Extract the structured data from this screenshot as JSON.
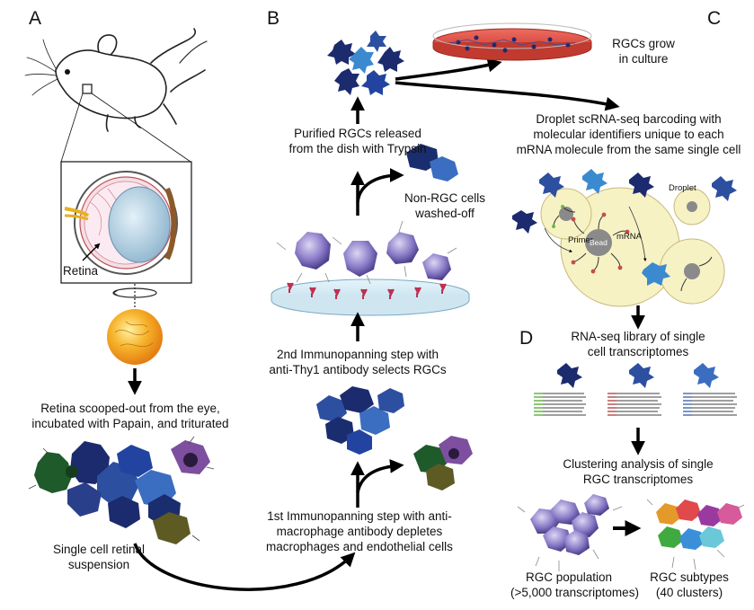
{
  "panels": {
    "a": "A",
    "b": "B",
    "c": "C",
    "d": "D"
  },
  "labels": {
    "retina": "Retina",
    "scoop": [
      "Retina scooped-out from the eye,",
      "incubated with Papain, and triturated"
    ],
    "suspension": [
      "Single cell retinal",
      "suspension"
    ],
    "panning1": [
      "1st Immunopanning step with anti-",
      "macrophage antibody depletes",
      "macrophages and endothelial cells"
    ],
    "panning2": [
      "2nd Immunopanning step with",
      "anti-Thy1 antibody selects RGCs"
    ],
    "released": [
      "Purified RGCs released",
      "from the dish with Trypsin"
    ],
    "washed": [
      "Non-RGC cells",
      "washed-off"
    ],
    "culture": [
      "RGCs grow",
      "in culture"
    ],
    "droplet_seq": [
      "Droplet scRNA-seq barcoding with",
      "molecular identifiers unique to each",
      "mRNA molecule from the same single cell"
    ],
    "droplet": "Droplet",
    "primer": "Primer",
    "bead": "Bead",
    "mrna": "mRNA",
    "library": [
      "RNA-seq library of single",
      "cell transcriptomes"
    ],
    "clustering": [
      "Clustering analysis of single",
      "RGC transcriptomes"
    ],
    "population": [
      "RGC population",
      "(>5,000 transcriptomes)"
    ],
    "subtypes": [
      "RGC subtypes",
      "(40 clusters)"
    ]
  },
  "colors": {
    "rgc_dark": "#1c2a6e",
    "rgc_mid": "#2d4fa0",
    "rgc_light": "#4a8fd0",
    "macrophage_green": "#1f5a2a",
    "macrophage_purple": "#7d4f9e",
    "macrophage_olive": "#5e5a24",
    "dish_red": "#d8453c",
    "droplet_fill": "#f7f2c4",
    "barcode_green": "#66bb44",
    "barcode_red": "#c0504d",
    "barcode_blue": "#4f6fb8"
  }
}
